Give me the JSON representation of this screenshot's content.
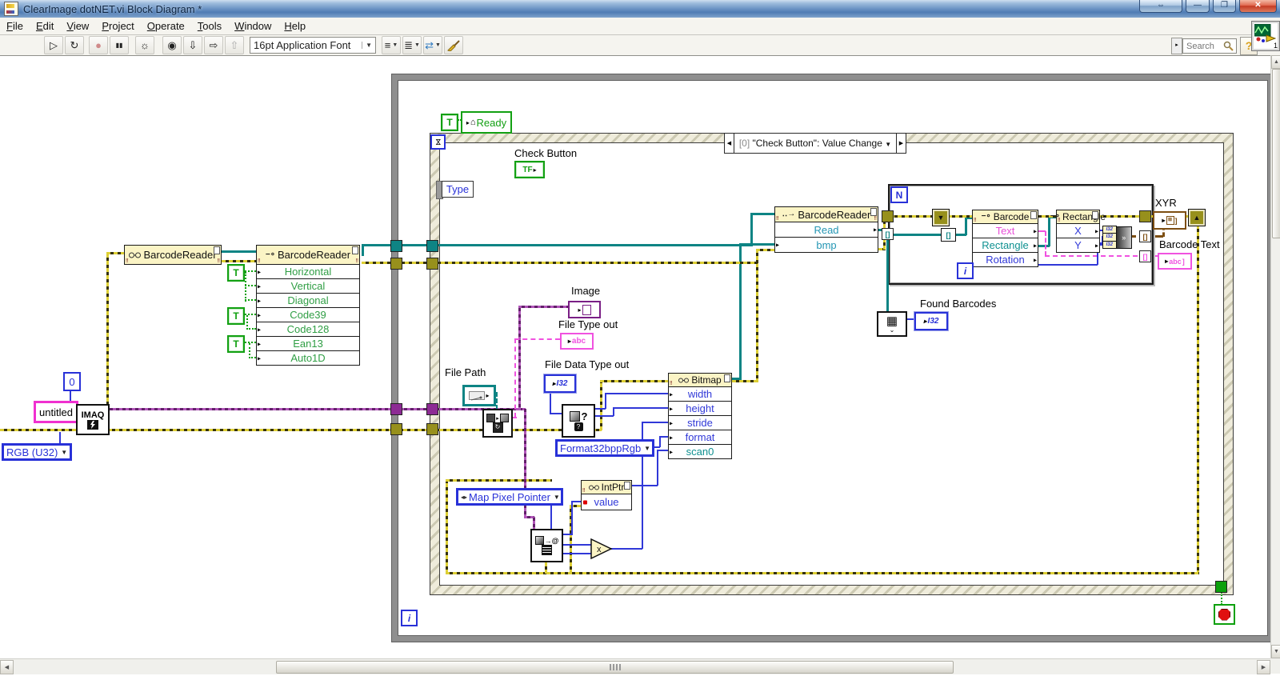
{
  "window": {
    "title": "ClearImage dotNET.vi Block Diagram *",
    "buttons": {
      "compat": "⇔",
      "minimize": "—",
      "restore": "❐",
      "close": "✕"
    }
  },
  "menu": {
    "items": [
      "File",
      "Edit",
      "View",
      "Project",
      "Operate",
      "Tools",
      "Window",
      "Help"
    ]
  },
  "toolbar": {
    "font": "16pt Application Font",
    "search_placeholder": "Search",
    "help": "?",
    "vi_badge": "1",
    "run": "▷",
    "run_cont": "↻",
    "abort": "●",
    "pause": "▮▮",
    "highlight": "☼",
    "retain": "◉",
    "step_into": "⇩",
    "step_over": "⇨",
    "step_out": "⇧",
    "align": "≡",
    "distribute": "≣",
    "reorder": "⇄"
  },
  "colors": {
    "refnum_teal": "#0e8484",
    "error_yellow": "#ddcf35",
    "image_purple": "#8d2b94",
    "string_pink": "#f052e0",
    "numeric_blue": "#2831d8",
    "bool_green": "#12a012",
    "cluster_brown": "#7d4e12",
    "node_yellow": "#fbf4c5"
  },
  "diagram": {
    "ctor1": {
      "title": "BarcodeReader"
    },
    "prop1": {
      "title": "BarcodeReader",
      "rows": [
        "Horizontal",
        "Vertical",
        "Diagonal",
        "Code39",
        "Code128",
        "Ean13",
        "Auto1D"
      ]
    },
    "true_const": "T",
    "zero_const": "0",
    "untitled_const": "untitled",
    "rgb_enum": "RGB (U32)",
    "imaq_label": "IMAQ",
    "ready_label": "Ready",
    "type_label": "Type",
    "event_case_index": "[0]",
    "event_case": " \"Check Button\": Value Change",
    "check_button": {
      "label": "Check Button",
      "terminal": "TF"
    },
    "file_path": {
      "label": "File Path"
    },
    "image_out": {
      "label": "Image"
    },
    "file_type_out": {
      "label": "File Type out",
      "glyph": "abc"
    },
    "file_data_type_out": {
      "label": "File Data Type out",
      "glyph": "I32"
    },
    "format_enum": "Format32bppRgb",
    "map_pixel_enum": "Map Pixel Pointer",
    "bitmap": {
      "title": "Bitmap",
      "rows": [
        "width",
        "height",
        "stride",
        "format",
        "scan0"
      ]
    },
    "intptr": {
      "title": "IntPtr",
      "rows": [
        "value"
      ]
    },
    "invoke": {
      "title": "BarcodeReader",
      "rows": [
        "Read",
        "bmp"
      ]
    },
    "for_loop": {
      "count": "N",
      "iter": "i"
    },
    "while_iter": "i",
    "barcode": {
      "title": "Barcode",
      "rows": [
        "Text",
        "Rectangle",
        "Rotation"
      ]
    },
    "rectangle": {
      "title": "Rectangle",
      "rows": [
        "X",
        "Y"
      ]
    },
    "xyr": {
      "label": "XYR"
    },
    "barcode_text": {
      "label": "Barcode Text",
      "glyph": "abc"
    },
    "found_barcodes": {
      "label": "Found Barcodes",
      "glyph": "I32"
    },
    "bundle_glyph": "I32",
    "multiply_glyph": "x"
  }
}
